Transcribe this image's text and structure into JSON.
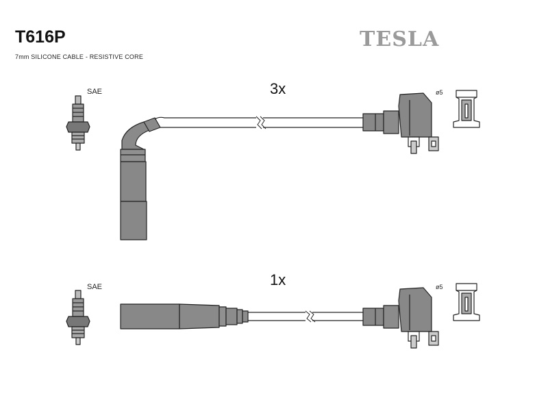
{
  "header": {
    "code": "T616P",
    "subtitle": "7mm SILICONE CABLE - RESISTIVE CORE",
    "brand": "TESLA"
  },
  "sets": [
    {
      "quantity": "3x",
      "plug_standard": "SAE",
      "terminal_diameter": "ø5"
    },
    {
      "quantity": "1x",
      "plug_standard": "SAE",
      "terminal_diameter": "ø5"
    }
  ],
  "colors": {
    "boot_fill": "#888888",
    "outline": "#222222",
    "brand": "#9a9a9a"
  }
}
